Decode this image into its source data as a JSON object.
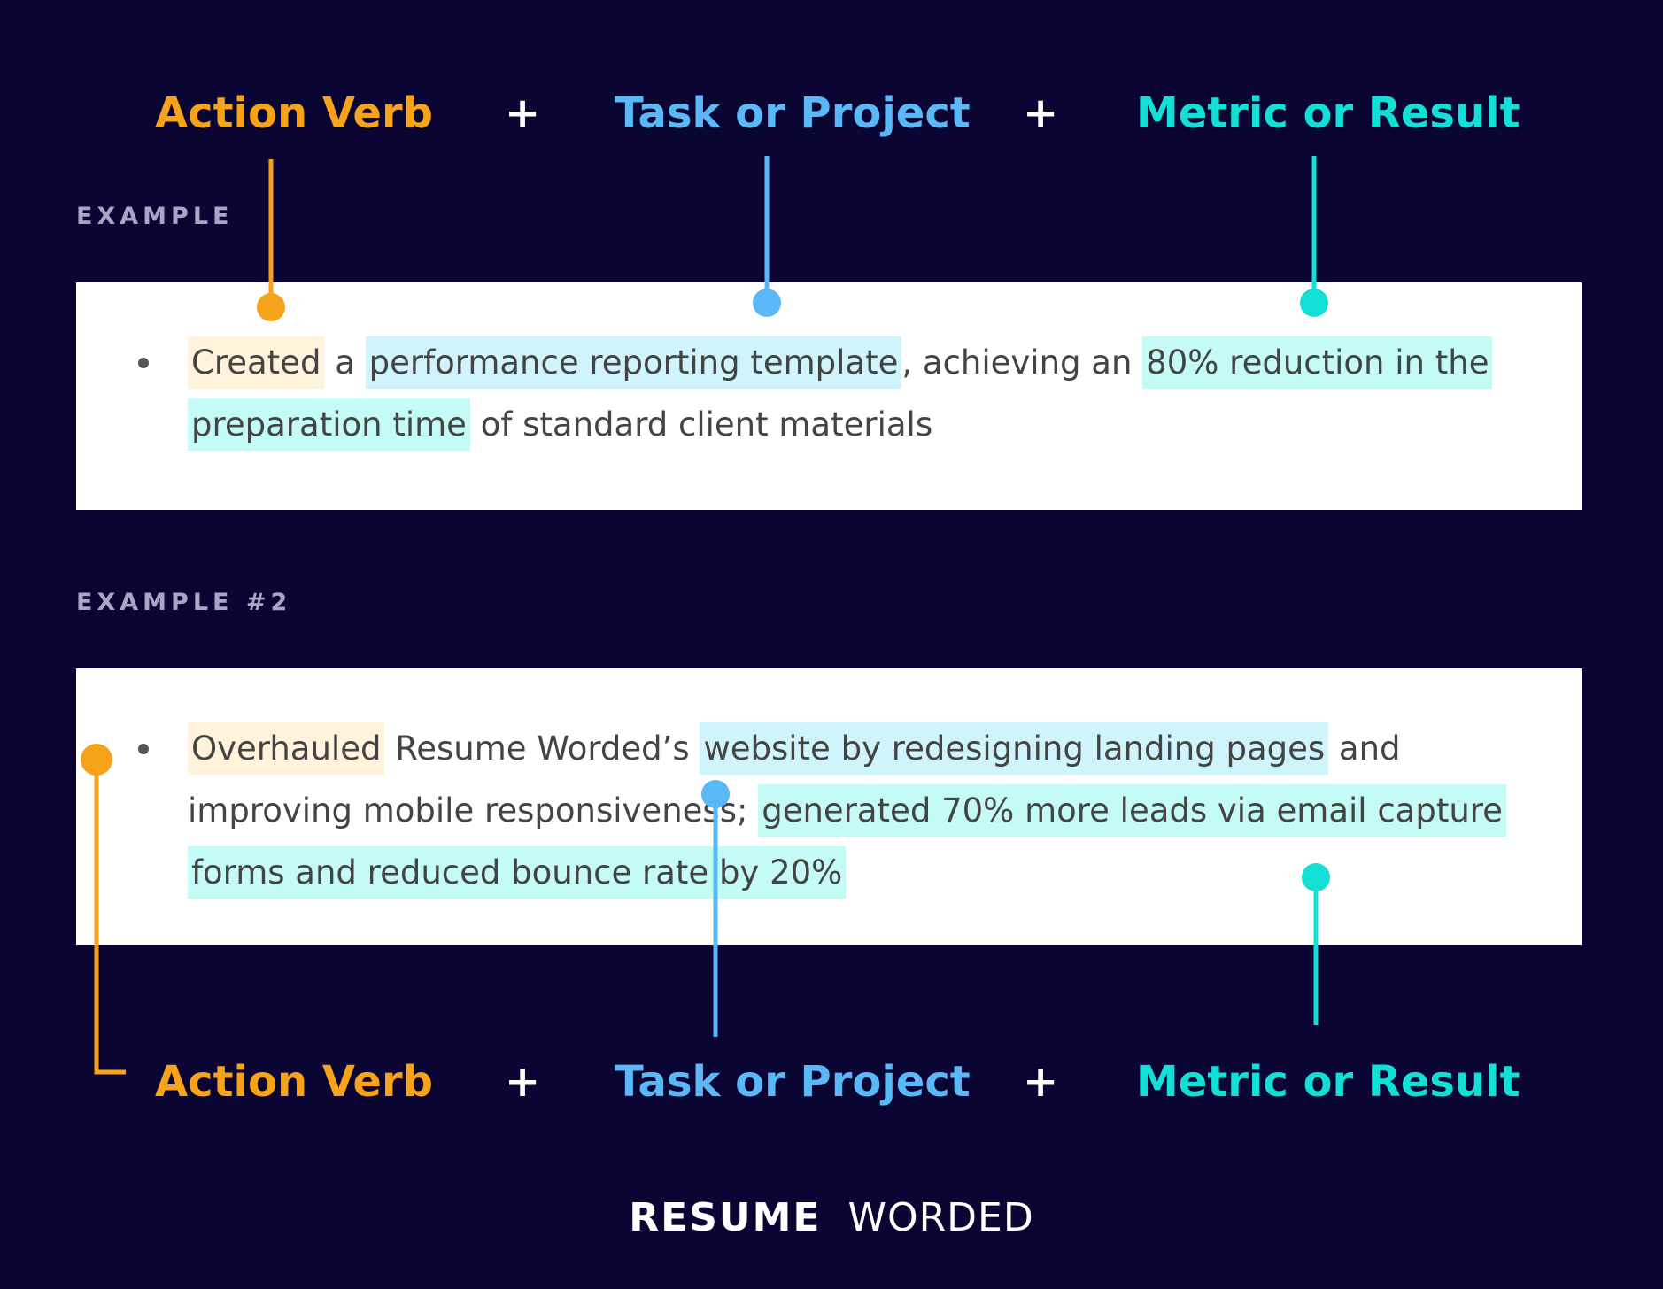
{
  "formula": {
    "action_verb": "Action Verb",
    "plus": "+",
    "task": "Task or Project",
    "metric": "Metric or Result"
  },
  "example1": {
    "label": "EXAMPLE",
    "line1": {
      "verb": "Created",
      "t1": " a ",
      "task": "performance reporting template",
      "t2": ", achieving an ",
      "metric": "80% reduction in the"
    },
    "line2": {
      "metric": "preparation time",
      "t1": " of standard client materials"
    }
  },
  "example2": {
    "label": "EXAMPLE #2",
    "line1": {
      "verb": "Overhauled",
      "t1": " Resume Worded’s ",
      "task": "website by redesigning landing pages",
      "t2": " and"
    },
    "line2": {
      "t1": "improving mobile responsiveness; ",
      "metric": "generated 70% more leads via email capture"
    },
    "line3": {
      "metric": "forms and reduced bounce rate by 20%"
    }
  },
  "brand": {
    "part1": "RESUME",
    "part2": "WORDED"
  },
  "colors": {
    "background": "#0b0533",
    "action_verb": "#f7a21b",
    "task": "#5bb8f7",
    "metric": "#12e0d7"
  }
}
